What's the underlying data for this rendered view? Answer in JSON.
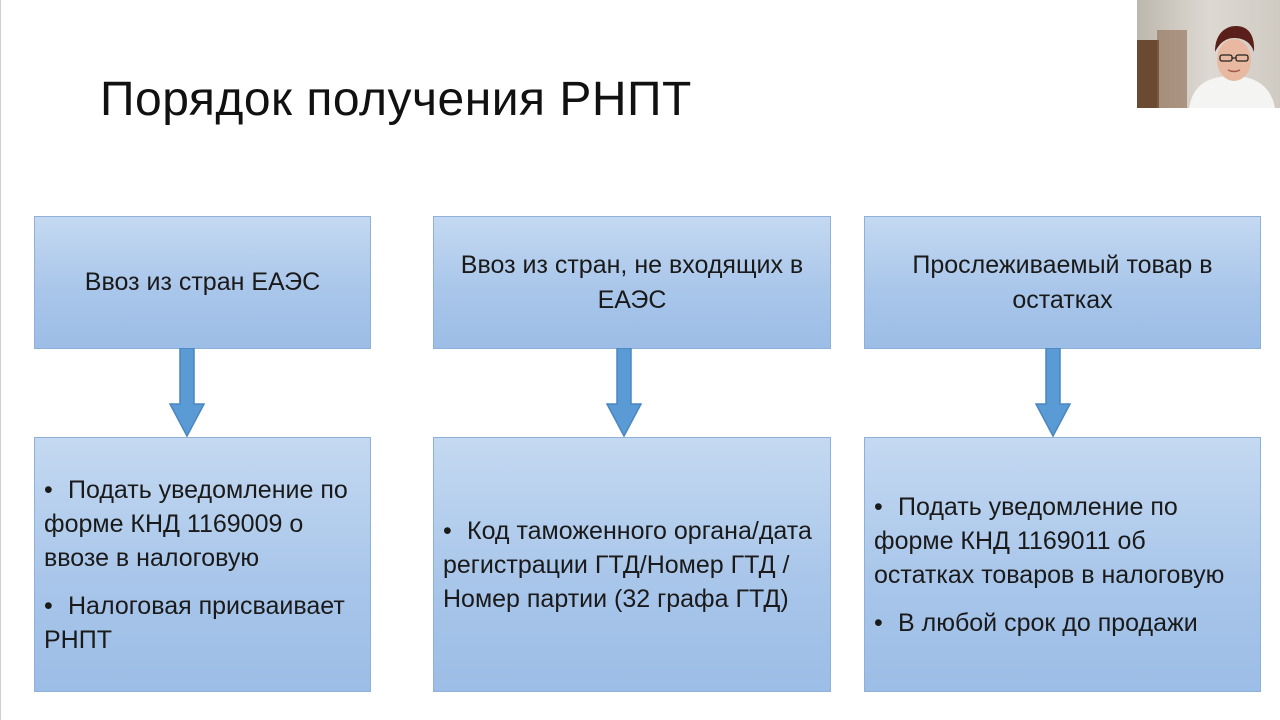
{
  "slide": {
    "title": "Порядок получения РНПТ"
  },
  "columns": [
    {
      "header": "Ввоз из стран ЕАЭС",
      "bullets": [
        "Подать уведомление по форме КНД 1169009 о ввозе в налоговую",
        "Налоговая присваивает РНПТ"
      ]
    },
    {
      "header": "Ввоз из стран, не входящих в ЕАЭС",
      "bullets": [
        "Код таможенного органа/дата регистрации ГТД/Номер ГТД /Номер партии (32 графа ГТД)"
      ]
    },
    {
      "header": "Прослеживаемый товар в остатках",
      "bullets": [
        "Подать уведомление по форме КНД 1169011 об остатках товаров в налоговую",
        "В любой срок до продажи"
      ]
    }
  ],
  "colors": {
    "box_top": "#c4d9f1",
    "box_bottom": "#9cbde6",
    "box_border": "#8fb0d8",
    "arrow_fill": "#5b9bd5",
    "arrow_stroke": "#4a86c0"
  },
  "webcam": {
    "icon": "presenter-webcam-icon"
  }
}
